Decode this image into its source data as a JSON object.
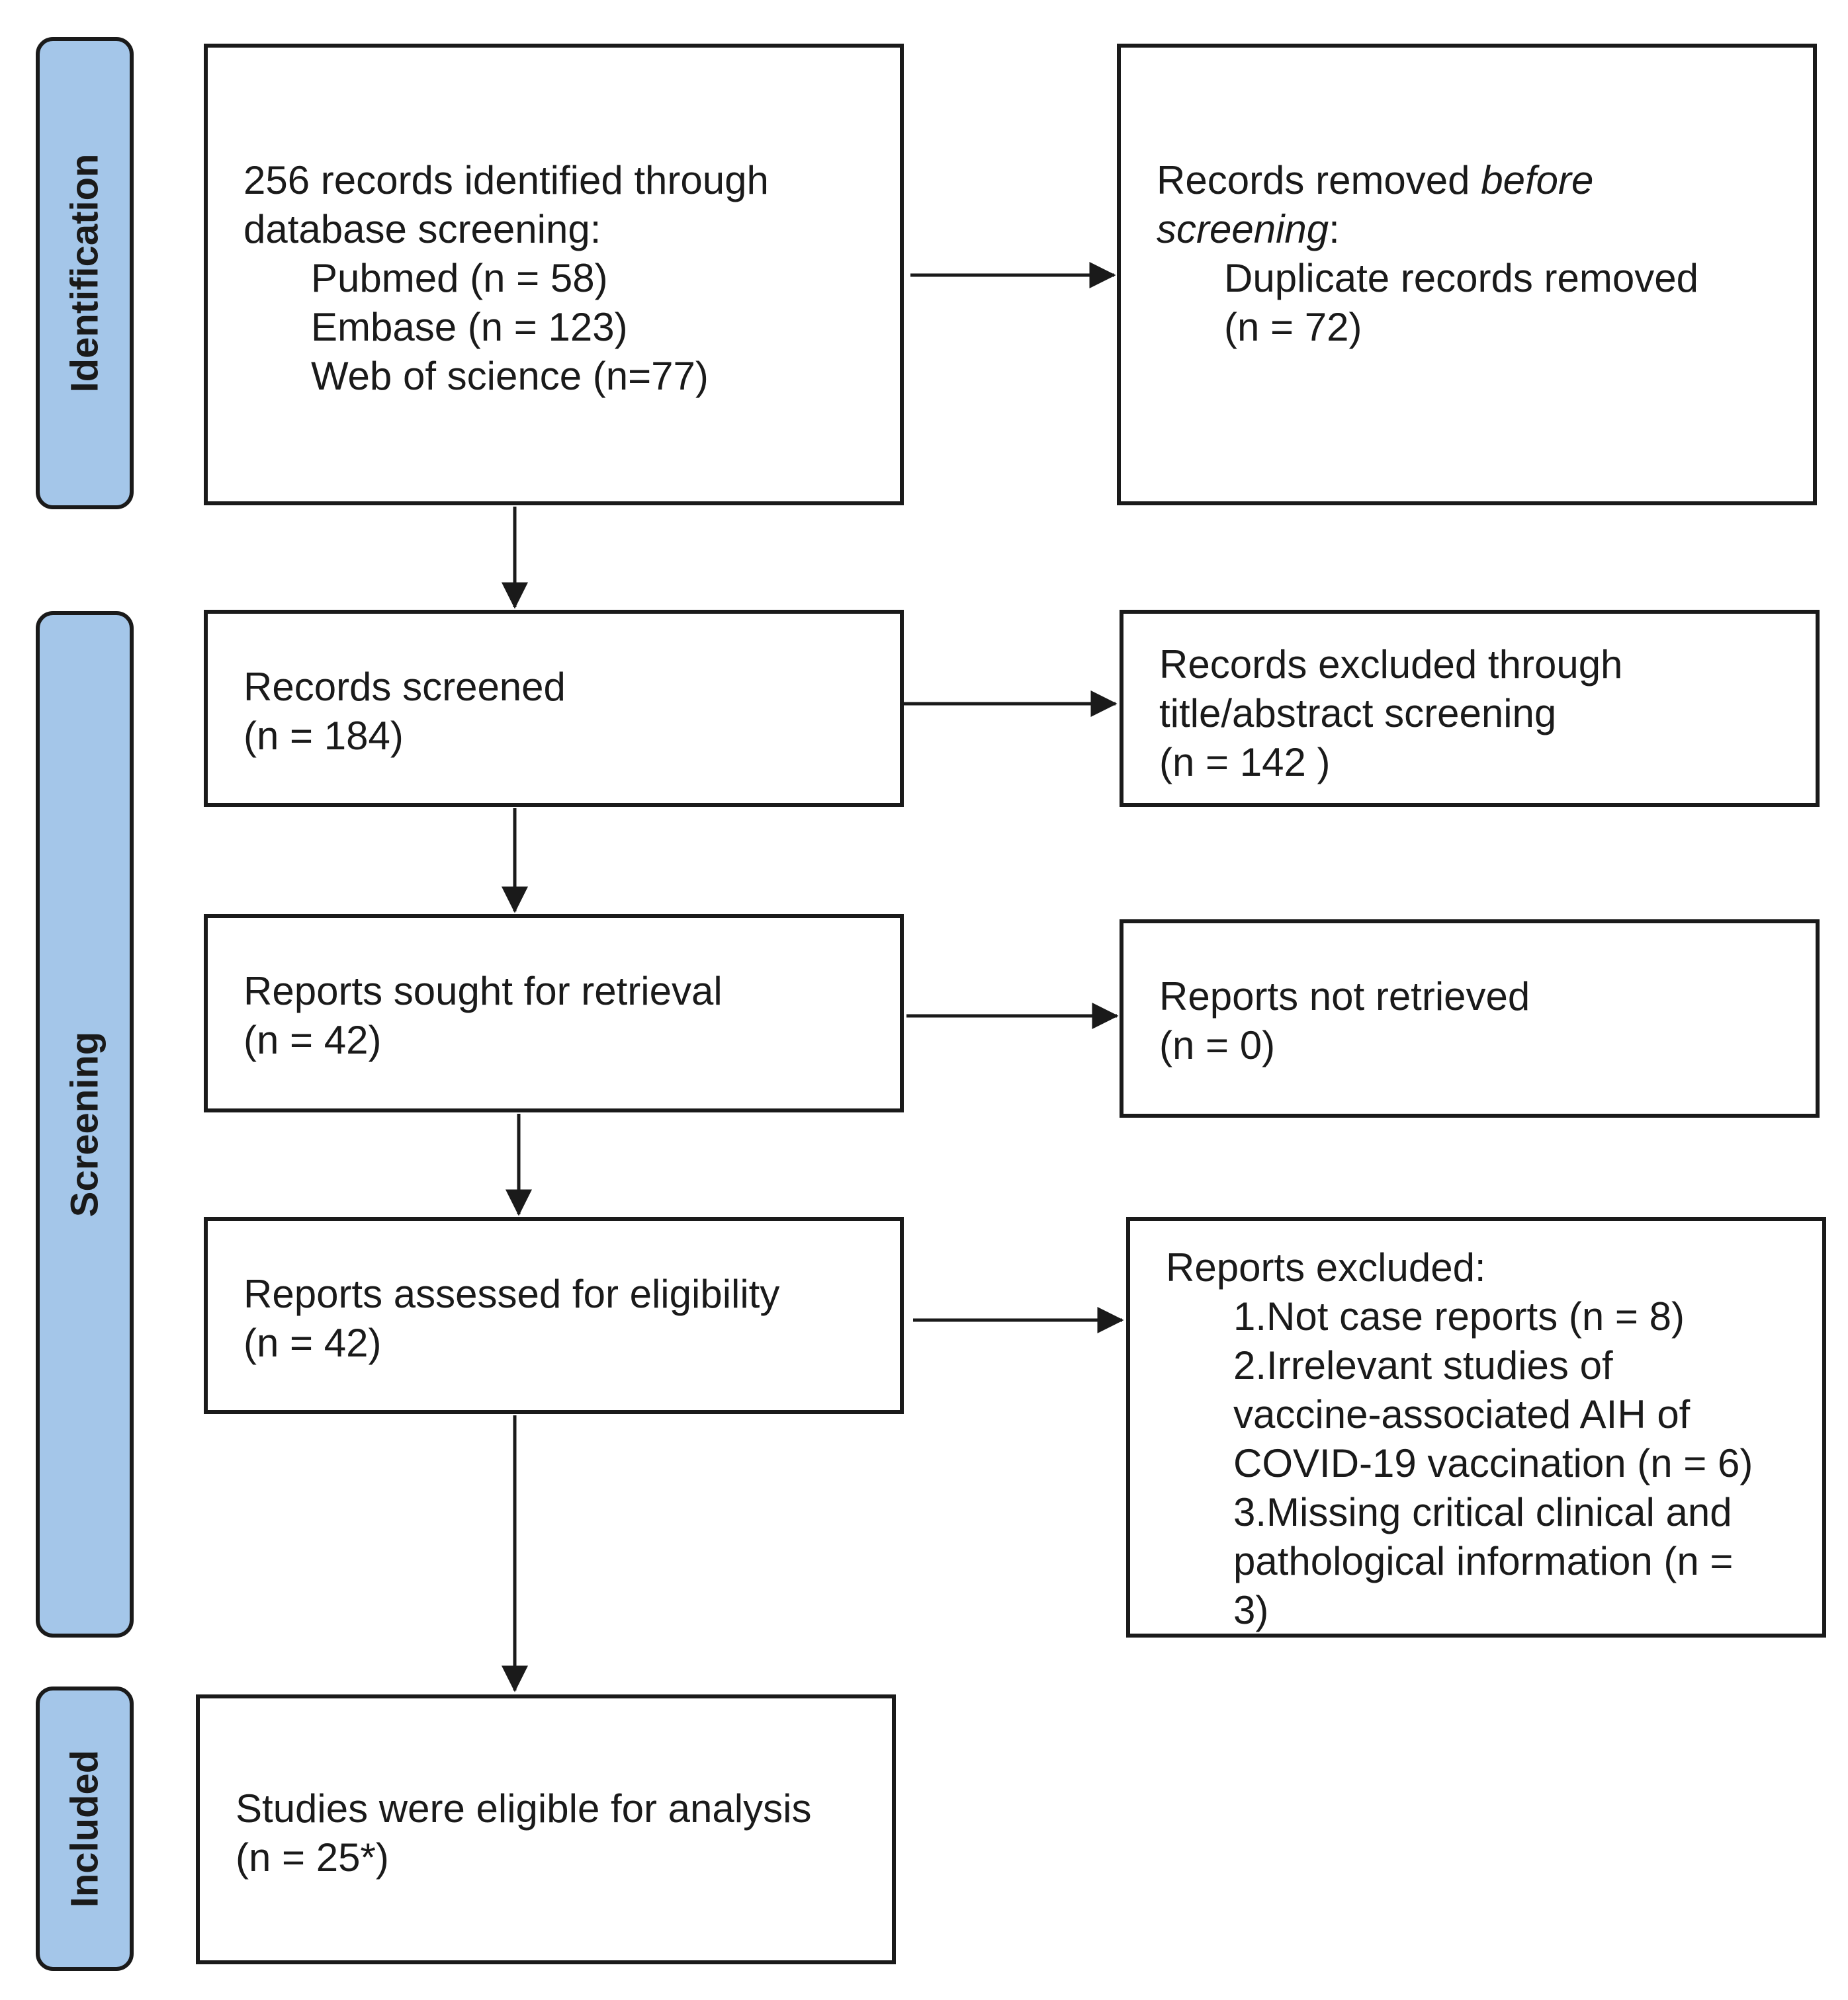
{
  "phases": {
    "identification": "Identification",
    "screening": "Screening",
    "included": "Included"
  },
  "identified": {
    "line1": "256 records identified through",
    "line2": "database screening:",
    "pubmed": "Pubmed (n = 58)",
    "embase": "Embase (n = 123)",
    "wos": "Web of science (n=77)"
  },
  "removed": {
    "prefix": "Records removed ",
    "before": "before",
    "screening_word": "screening",
    "colon": ":",
    "line3": "Duplicate records removed",
    "line4": "(n = 72)"
  },
  "screened": {
    "line1": "Records screened",
    "line2": "(n = 184)"
  },
  "excluded_title": {
    "line1": "Records excluded through",
    "line2": "title/abstract screening",
    "line3": "(n = 142 )"
  },
  "sought": {
    "line1": "Reports sought for retrieval",
    "line2": "(n = 42)"
  },
  "not_retrieved": {
    "line1": "Reports not retrieved",
    "line2": "(n = 0)"
  },
  "assessed": {
    "line1": "Reports assessed for eligibility",
    "line2": "(n = 42)"
  },
  "reports_excluded": {
    "title": "Reports excluded:",
    "l1": "1.Not case reports (n = 8)",
    "l2": "2.Irrelevant studies of",
    "l3": "vaccine-associated AIH of",
    "l4": "COVID-19 vaccination (n = 6)",
    "l5": "3.Missing critical clinical and",
    "l6": "pathological information (n =",
    "l7": "3)"
  },
  "included_box": {
    "line1": "Studies were eligible for analysis",
    "line2": "(n = 25*)"
  },
  "colors": {
    "phase_fill": "#a4c6e9",
    "stroke": "#1a1a1a"
  }
}
